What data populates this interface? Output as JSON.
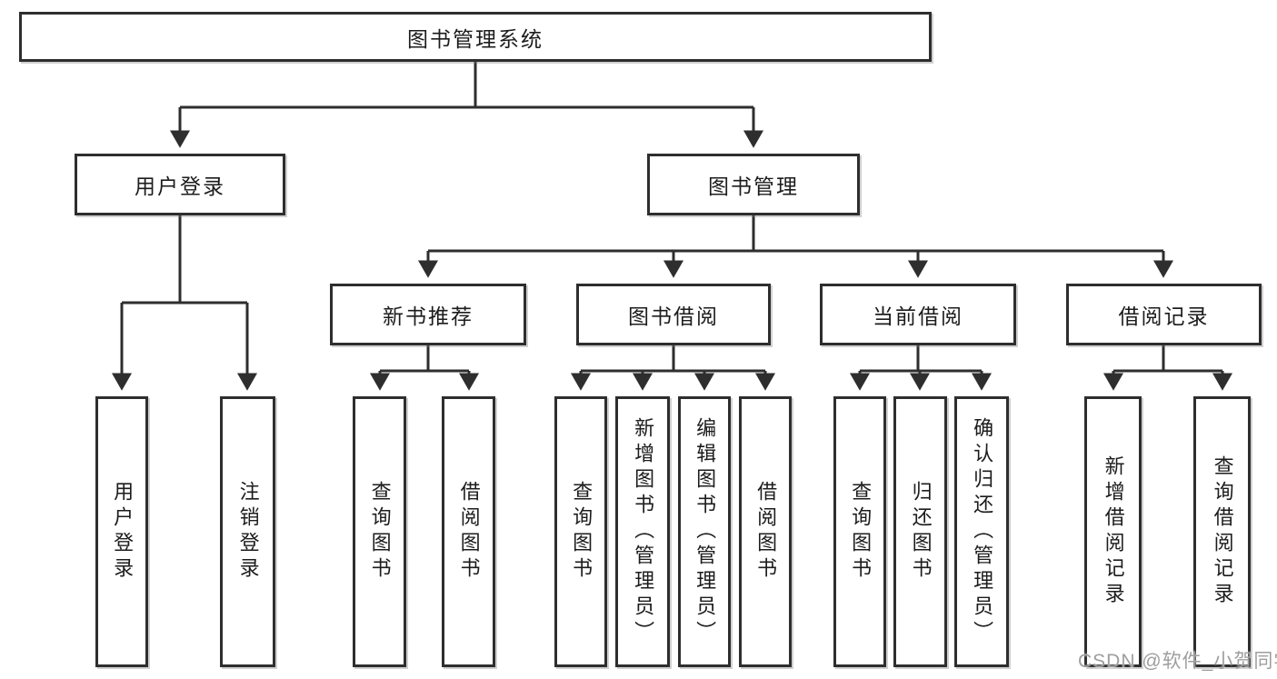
{
  "tree": {
    "root": "图书管理系统",
    "children": [
      {
        "label": "用户登录",
        "children": [
          "用户登录",
          "注销登录"
        ]
      },
      {
        "label": "图书管理",
        "children": [
          {
            "label": "新书推荐",
            "children": [
              "查询图书",
              "借阅图书"
            ]
          },
          {
            "label": "图书借阅",
            "children": [
              "查询图书",
              "新增图书（管理员）",
              "编辑图书（管理员）",
              "借阅图书"
            ]
          },
          {
            "label": "当前借阅",
            "children": [
              "查询图书",
              "归还图书",
              "确认归还（管理员）"
            ]
          },
          {
            "label": "借阅记录",
            "children": [
              "新增借阅记录",
              "查询借阅记录"
            ]
          }
        ]
      }
    ]
  },
  "watermark": "CSDN @软件_小贺同学",
  "colors": {
    "line": "#2e2e2e",
    "box_border": "#2e2e2e",
    "text": "#1c1c1c",
    "watermark": "#9e9e9e",
    "background": "#ffffff"
  }
}
